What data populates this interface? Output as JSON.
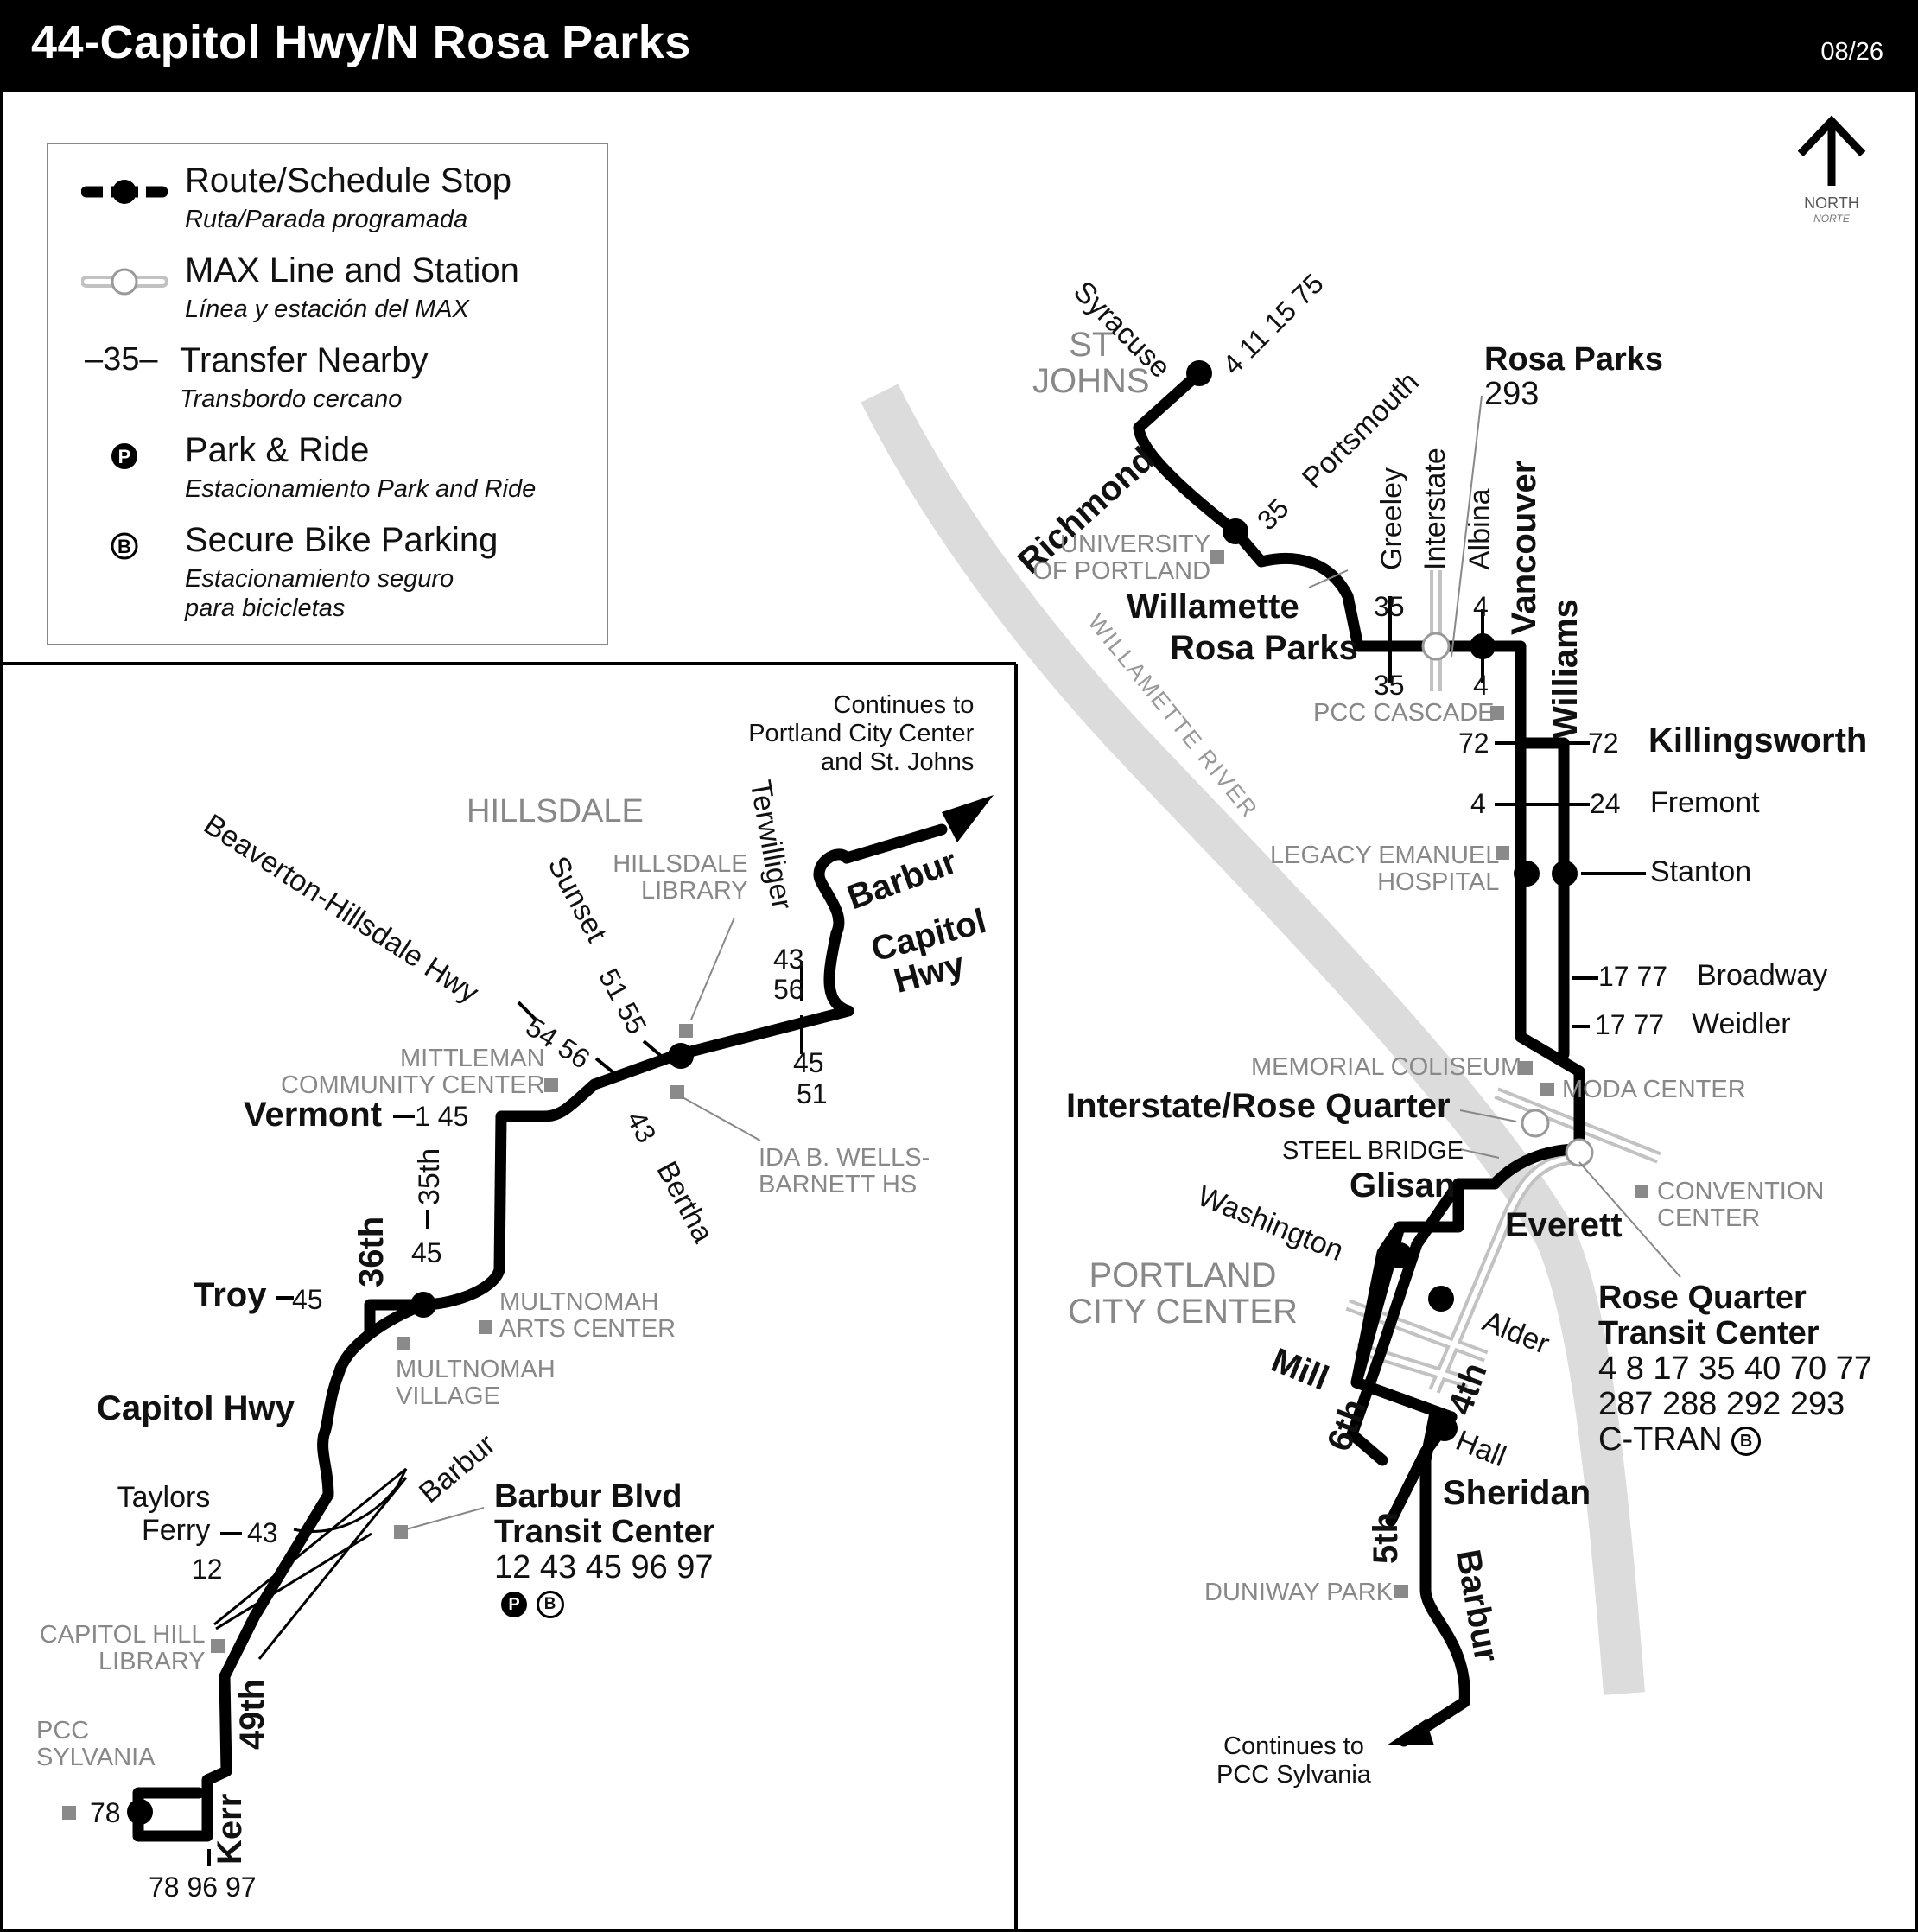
{
  "header": {
    "title": "44-Capitol Hwy/N Rosa Parks",
    "date": "08/26"
  },
  "legend": {
    "route_stop": "Route/Schedule Stop",
    "route_stop_es": "Ruta/Parada programada",
    "max": "MAX Line and Station",
    "max_es": "Línea y estación del MAX",
    "transfer_sym": "–35–",
    "transfer": "Transfer Nearby",
    "transfer_es": "Transbordo cercano",
    "park": "Park & Ride",
    "park_es": "Estacionamiento Park and Ride",
    "bike": "Secure Bike Parking",
    "bike_es1": "Estacionamiento seguro",
    "bike_es2": "para bicicletas"
  },
  "north": {
    "label": "NORTH",
    "sub": "NORTE"
  },
  "colors": {
    "route": "#000000",
    "max": "#b5b5b5",
    "river": "#dddddd",
    "landmark": "#8a8a8a",
    "district": "#888888"
  },
  "left_map": {
    "districts": [
      "HILLSDALE"
    ],
    "continues": [
      "Continues to",
      "Portland City Center",
      "and St. Johns"
    ],
    "streets": {
      "barbur_top": "Barbur",
      "capitol_hwy_1": "Capitol",
      "capitol_hwy_2": "Hwy",
      "terwilliger": "Terwilliger",
      "sunset": "Sunset",
      "bh_hwy": "Beaverton-Hillsdale Hwy",
      "bertha": "Bertha",
      "vermont": "Vermont",
      "th35": "35th",
      "th36": "36th",
      "troy": "Troy",
      "capitol_hwy": "Capitol Hwy",
      "barbur_lower": "Barbur",
      "taylors1": "Taylors",
      "taylors2": "Ferry",
      "th49": "49th",
      "kerr": "Kerr"
    },
    "transfers": {
      "terw_a": "43",
      "terw_b": "56",
      "terw_c": "45",
      "terw_d": "51",
      "sunset": "51 55",
      "bh": "54 56",
      "bertha": "43",
      "vermont": "1 45",
      "th35": "45",
      "troy": "45",
      "taylors": "43",
      "twelve": "12",
      "sylvania": "78",
      "kerr": "78 96 97"
    },
    "landmarks": {
      "hl1": "HILLSDALE",
      "hl2": "LIBRARY",
      "mc1": "MITTLEMAN",
      "mc2": "COMMUNITY CENTER",
      "ib1": "IDA B. WELLS-",
      "ib2": "BARNETT HS",
      "mac1": "MULTNOMAH",
      "mac2": "ARTS CENTER",
      "mv1": "MULTNOMAH",
      "mv2": "VILLAGE",
      "ch1": "CAPITOL HILL",
      "ch2": "LIBRARY",
      "ps1": "PCC",
      "ps2": "SYLVANIA"
    },
    "barbur_tc": {
      "name1": "Barbur Blvd",
      "name2": "Transit Center",
      "lines": "12 43 45 96 97"
    }
  },
  "right_map": {
    "districts": {
      "stj1": "ST",
      "stj2": "JOHNS",
      "pcc1": "PORTLAND",
      "pcc2": "CITY CENTER"
    },
    "river": "WILLAMETTE RIVER",
    "streets": {
      "syracuse": "Syracuse",
      "richmond": "Richmond",
      "portsmouth": "Portsmouth",
      "willamette": "Willamette",
      "rosa_parks": "Rosa Parks",
      "greeley": "Greeley",
      "interstate": "Interstate",
      "albina": "Albina",
      "vancouver": "Vancouver",
      "williams": "Williams",
      "killingsworth": "Killingsworth",
      "fremont": "Fremont",
      "stanton": "Stanton",
      "broadway": "Broadway",
      "weidler": "Weidler",
      "glisan": "Glisan",
      "everett": "Everett",
      "washington": "Washington",
      "alder": "Alder",
      "mill": "Mill",
      "th6": "6th",
      "th4": "4th",
      "hall": "Hall",
      "sheridan": "Sheridan",
      "th5": "5th",
      "barbur": "Barbur"
    },
    "transfers": {
      "syracuse": "4 11 15 75",
      "portsmouth": "35",
      "greeley_a": "35",
      "greeley_b": "35",
      "albina_a": "4",
      "albina_b": "4",
      "kill_l": "72",
      "kill_r": "72",
      "fremont_l": "4",
      "fremont_r": "24",
      "broadway": "17 77",
      "weidler": "17 77"
    },
    "rosa_parks_max": {
      "name": "Rosa Parks",
      "line": "293"
    },
    "landmarks": {
      "up1": "UNIVERSITY",
      "up2": "OF PORTLAND",
      "pcc": "PCC CASCADE",
      "le1": "LEGACY EMANUEL",
      "le2": "HOSPITAL",
      "mem": "MEMORIAL COLISEUM",
      "moda": "MODA CENTER",
      "conv1": "CONVENTION",
      "conv2": "CENTER",
      "steel": "STEEL BRIDGE",
      "duniway": "DUNIWAY PARK"
    },
    "irq": "Interstate/Rose Quarter",
    "rqtc": {
      "name1": "Rose Quarter",
      "name2": "Transit Center",
      "lines1": "4 8 17 35 40 70 77",
      "lines2": "287 288 292 293",
      "lines3": "C-TRAN"
    },
    "continues": [
      "Continues to",
      "PCC Sylvania"
    ]
  }
}
